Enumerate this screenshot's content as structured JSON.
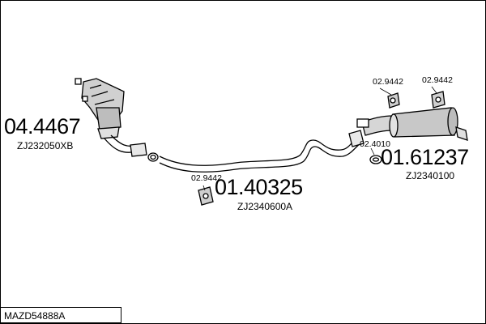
{
  "colors": {
    "line": "#000000",
    "background": "#ffffff",
    "part_fill": "#c8c8c8"
  },
  "parts": {
    "manifold": {
      "ref": "04.4467",
      "code": "ZJ232050XB"
    },
    "middle_pipe": {
      "ref": "01.40325",
      "code": "ZJ2340600A"
    },
    "rear_silencer": {
      "ref": "01.61237",
      "code": "ZJ2340100"
    }
  },
  "fittings": {
    "mount_left": "02.9442",
    "mount_right": "02.9442",
    "mount_middle": "02.9442",
    "gasket": "02.4010"
  },
  "footer": {
    "assembly_no": "MAZD54888A"
  }
}
